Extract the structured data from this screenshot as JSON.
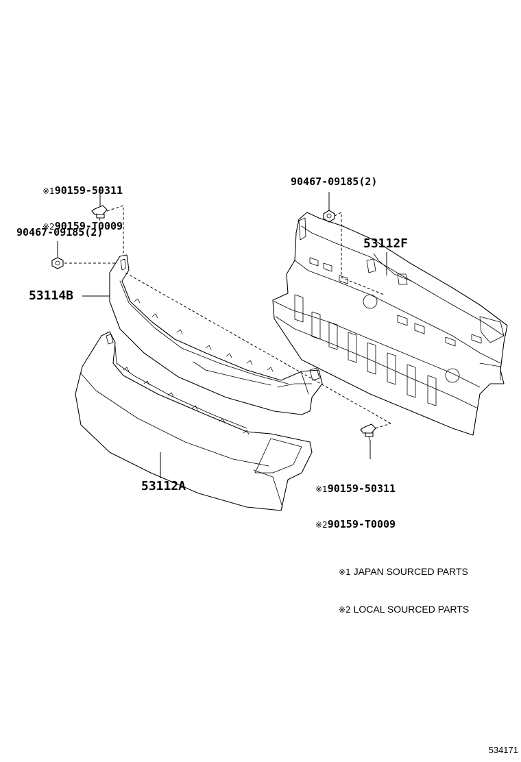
{
  "callouts": {
    "screw_top": {
      "line1_mark": "※1",
      "line1_part": "90159-50311",
      "line2_mark": "※2",
      "line2_part": "90159-T0009"
    },
    "clip_left": "90467-09185(2)",
    "bracket": "53114B",
    "clip_right": "90467-09185(2)",
    "panel_right": "53112F",
    "screw_bottom": {
      "line1_mark": "※1",
      "line1_part": "90159-50311",
      "line2_mark": "※2",
      "line2_part": "90159-T0009"
    },
    "cover": "53112A"
  },
  "legend": [
    {
      "mark": "※1",
      "text": "JAPAN SOURCED PARTS"
    },
    {
      "mark": "※2",
      "text": "LOCAL SOURCED PARTS"
    }
  ],
  "reference_number": "534171"
}
